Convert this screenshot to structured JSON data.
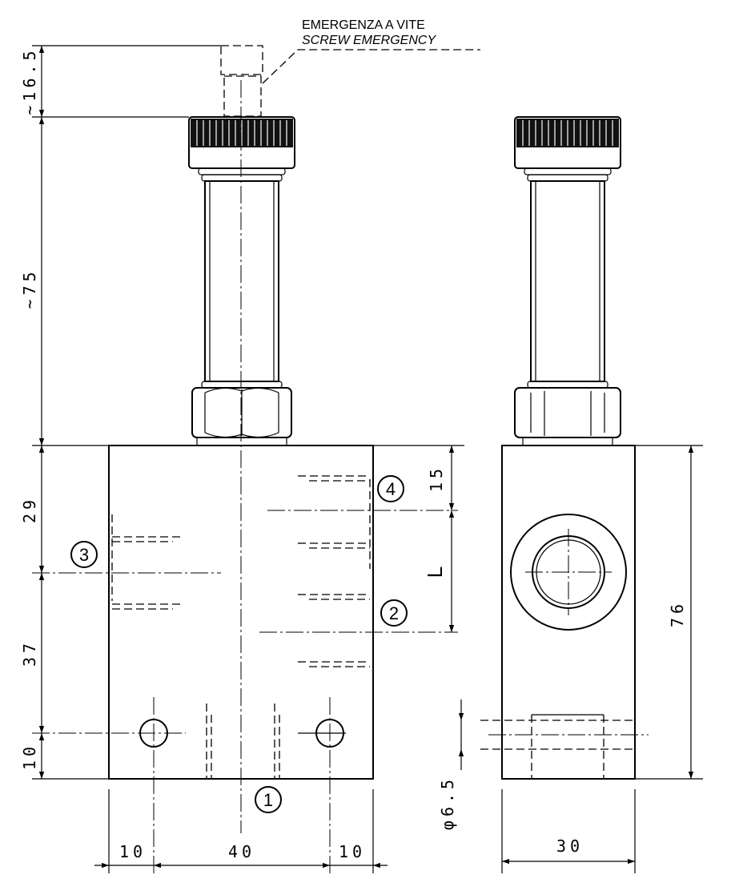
{
  "note": {
    "line1": "EMERGENZA A VITE",
    "line2": "SCREW EMERGENCY"
  },
  "dimensions": {
    "top_emergency": "~16.5",
    "coil_height": "~75",
    "upper_port": "29",
    "lower_port": "37",
    "bottom_hole": "10",
    "left_offset": "10",
    "hole_spacing": "40",
    "right_offset": "10",
    "port4_offset": "15",
    "port_spacing": "L",
    "block_height": "76",
    "block_width": "30",
    "hole_diameter": "φ6.5"
  },
  "ports": {
    "p1": "1",
    "p2": "2",
    "p3": "3",
    "p4": "4"
  }
}
